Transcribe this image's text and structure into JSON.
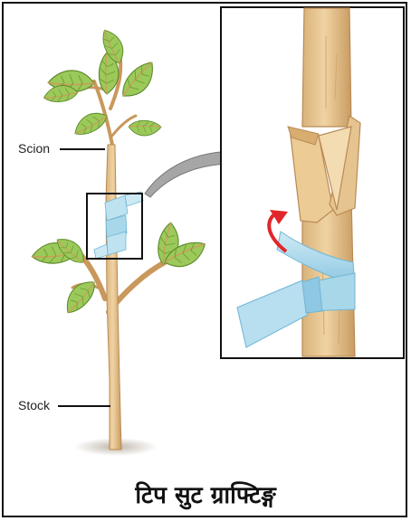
{
  "labels": {
    "scion": "Scion",
    "stock": "Stock"
  },
  "caption": "टिप सुट ग्राफ्टिङ्ग",
  "colors": {
    "stem": "#e6c48f",
    "stem_shadow": "#cfa46d",
    "bark_edge": "#b98a55",
    "leaf": "#9bc95a",
    "leaf_dark": "#6f9e34",
    "leaf_vein": "#c8a25a",
    "tape": "#a8d7ea",
    "tape_dark": "#6fb6d4",
    "arrow_grey": "#9a9a9a",
    "red_arrow": "#e1262b",
    "outline": "#111111"
  }
}
